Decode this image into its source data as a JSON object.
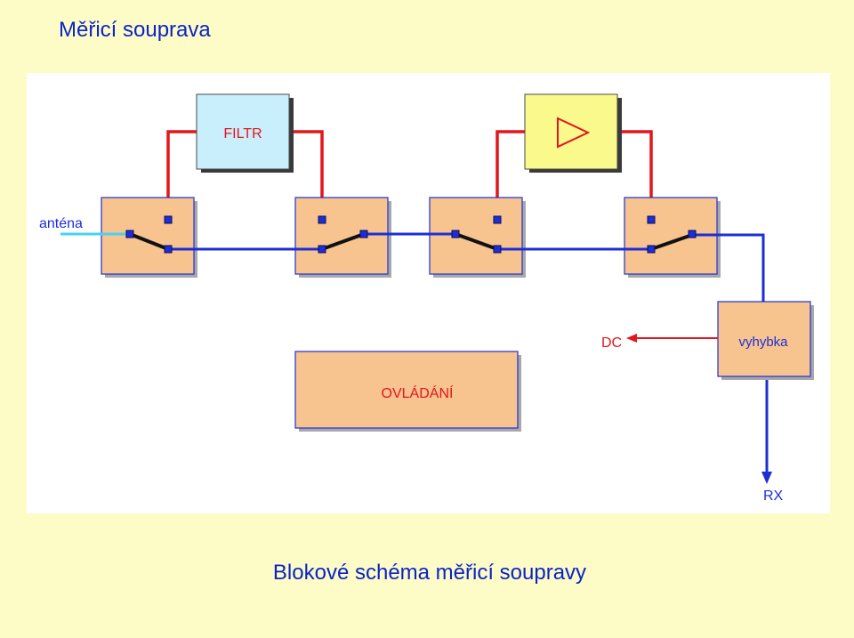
{
  "slide": {
    "title": "Měřicí souprava",
    "caption": "Blokové schéma měřicí soupravy"
  },
  "diagram": {
    "filter_label": "FILTR",
    "amplifier_icon": "amplifier-triangle-icon",
    "antenna_label": "anténa",
    "dc_label": "DC",
    "switch_box_label": "vyhybka",
    "control_label": "OVLÁDÁNÍ",
    "rx_label": "RX"
  },
  "colors": {
    "title_blue": "#0a24c8",
    "signal_blue": "#1c2fd6",
    "red_wire": "#e3161c",
    "antenna_cyan": "#47d3f0",
    "block_orange": "#f7c38f",
    "filter_blue": "#c9eefc",
    "amp_yellow": "#fafa8c",
    "background": "#fdfbc6",
    "panel": "#ffffff"
  }
}
